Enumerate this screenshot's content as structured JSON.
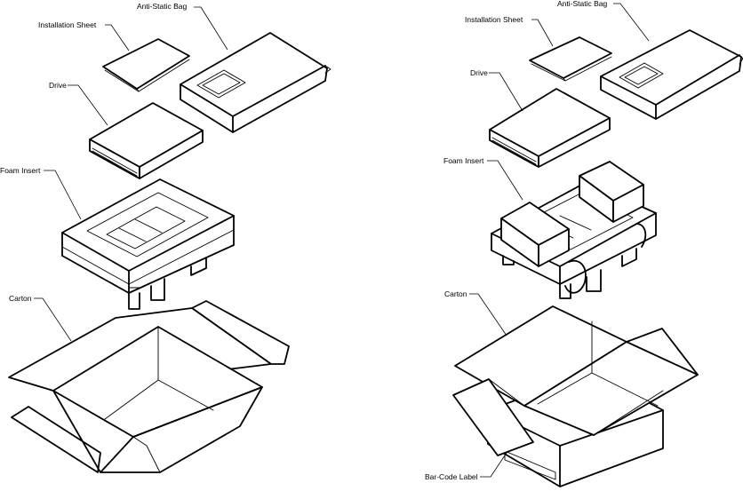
{
  "left_assembly": {
    "labels": {
      "anti_static_bag": "Anti-Static Bag",
      "installation_sheet": "Installation Sheet",
      "drive": "Drive",
      "foam_insert": "Foam Insert",
      "carton": "Carton"
    }
  },
  "right_assembly": {
    "labels": {
      "anti_static_bag": "Anti-Static Bag",
      "installation_sheet": "Installation Sheet",
      "drive": "Drive",
      "foam_insert": "Foam Insert",
      "carton": "Carton",
      "bar_code_label": "Bar-Code Label"
    }
  }
}
